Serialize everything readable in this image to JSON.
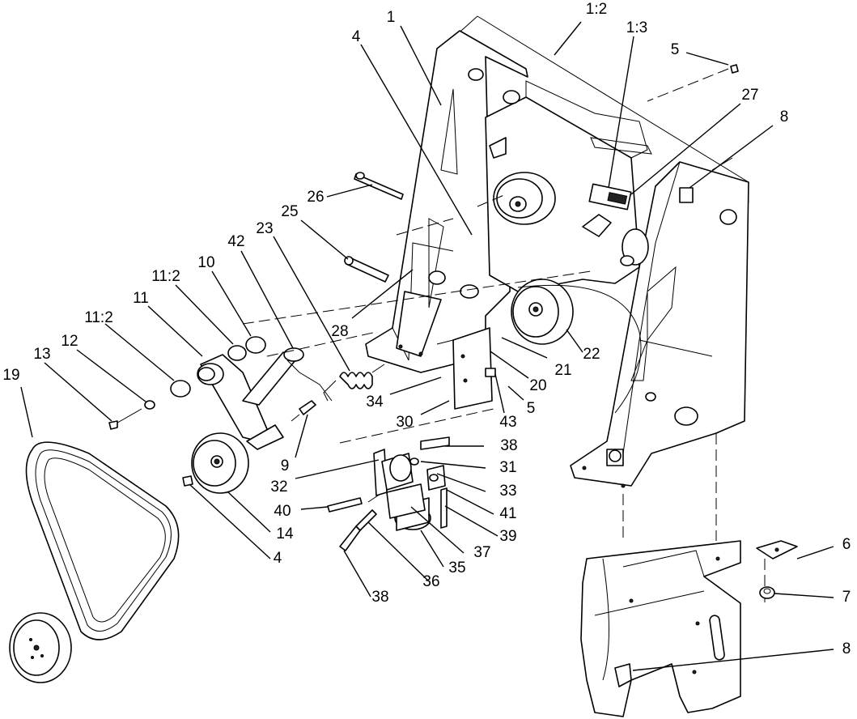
{
  "callouts": [
    {
      "id": "c1",
      "text": "1"
    },
    {
      "id": "c1_2",
      "text": "1:2"
    },
    {
      "id": "c1_3",
      "text": "1:3"
    },
    {
      "id": "c4a",
      "text": "4"
    },
    {
      "id": "c5a",
      "text": "5"
    },
    {
      "id": "c27",
      "text": "27"
    },
    {
      "id": "c8a",
      "text": "8"
    },
    {
      "id": "c26",
      "text": "26"
    },
    {
      "id": "c25",
      "text": "25"
    },
    {
      "id": "c23",
      "text": "23"
    },
    {
      "id": "c42",
      "text": "42"
    },
    {
      "id": "c10",
      "text": "10"
    },
    {
      "id": "c11_2a",
      "text": "11:2"
    },
    {
      "id": "c11",
      "text": "11"
    },
    {
      "id": "c11_2b",
      "text": "11:2"
    },
    {
      "id": "c12",
      "text": "12"
    },
    {
      "id": "c13",
      "text": "13"
    },
    {
      "id": "c19",
      "text": "19"
    },
    {
      "id": "c28",
      "text": "28"
    },
    {
      "id": "c22",
      "text": "22"
    },
    {
      "id": "c21",
      "text": "21"
    },
    {
      "id": "c20",
      "text": "20"
    },
    {
      "id": "c34",
      "text": "34"
    },
    {
      "id": "c5b",
      "text": "5"
    },
    {
      "id": "c30",
      "text": "30"
    },
    {
      "id": "c43",
      "text": "43"
    },
    {
      "id": "c9",
      "text": "9"
    },
    {
      "id": "c38a",
      "text": "38"
    },
    {
      "id": "c31",
      "text": "31"
    },
    {
      "id": "c32",
      "text": "32"
    },
    {
      "id": "c33",
      "text": "33"
    },
    {
      "id": "c40",
      "text": "40"
    },
    {
      "id": "c41",
      "text": "41"
    },
    {
      "id": "c39",
      "text": "39"
    },
    {
      "id": "c14",
      "text": "14"
    },
    {
      "id": "c37",
      "text": "37"
    },
    {
      "id": "c4b",
      "text": "4"
    },
    {
      "id": "c35",
      "text": "35"
    },
    {
      "id": "c36",
      "text": "36"
    },
    {
      "id": "c38b",
      "text": "38"
    },
    {
      "id": "c6",
      "text": "6"
    },
    {
      "id": "c7",
      "text": "7"
    },
    {
      "id": "c8b",
      "text": "8"
    }
  ]
}
